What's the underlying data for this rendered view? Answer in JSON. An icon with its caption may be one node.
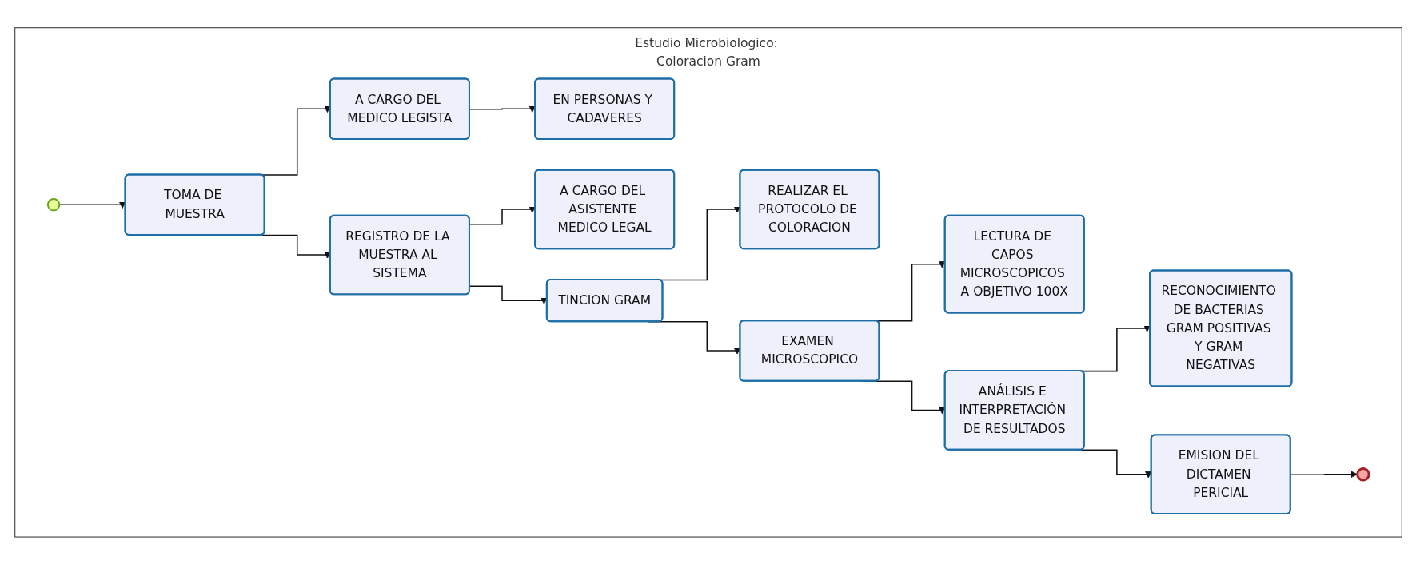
{
  "diagram": {
    "nodes": [
      {
        "text": [
          "Estudio Microbiologico: Coloracion Gram"
        ]
      },
      {
        "text": [],
        "shape": "circle",
        "in": 0
      },
      {
        "text": [
          "TOMA DE MUESTRA"
        ],
        "in": 0
      },
      {
        "text": [
          "A CARGO DEL MEDICO LEGISTA"
        ],
        "in": 0
      },
      {
        "text": [
          "EN PERSONAS Y CADAVERES"
        ],
        "in": 0
      },
      {
        "text": [
          "REGISTRO DE LA MUESTRA AL SISTEMA"
        ],
        "in": 0
      },
      {
        "text": [
          "A CARGO DEL ASISTENTE MEDICO LEGAL"
        ],
        "in": 0
      },
      {
        "text": [
          "TINCION GRAM"
        ],
        "in": 0
      },
      {
        "text": [
          "REALIZAR EL PROTOCOLO DE COLORACION"
        ],
        "in": 0
      },
      {
        "text": [
          "EXAMEN MICROSCOPICO"
        ],
        "in": 0
      },
      {
        "text": [
          "LECTURA DE CAPOS MICROSCOPICOS A OBJETIVO 100X"
        ],
        "in": 0
      },
      {
        "text": [
          "ANÁLISIS E INTERPRETACIÓN DE RESULTADOS"
        ],
        "in": 0
      },
      {
        "text": [
          "RECONOCIMIENTO DE BACTERIAS GRAM POSITIVAS Y GRAM NEGATIVAS"
        ],
        "in": 0
      },
      {
        "text": [
          "EMISION DEL DICTAMEN PERICIAL"
        ],
        "in": 0
      },
      {
        "text": [],
        "shape": "circle",
        "in": 0
      }
    ],
    "edges": [
      {
        "from": 1,
        "to": 2,
        "arrow": "to"
      },
      {
        "from": 2,
        "to": 3,
        "arrow": "to"
      },
      {
        "from": 3,
        "to": 4,
        "arrow": "to"
      },
      {
        "from": 2,
        "to": 5,
        "arrow": "to"
      },
      {
        "from": 5,
        "to": 6,
        "arrow": "to"
      },
      {
        "from": 5,
        "to": 7,
        "arrow": "to"
      },
      {
        "from": 7,
        "to": 8,
        "arrow": "to"
      },
      {
        "from": 7,
        "to": 9,
        "arrow": "to"
      },
      {
        "from": 9,
        "to": 10,
        "arrow": "to"
      },
      {
        "from": 9,
        "to": 11,
        "arrow": "to"
      },
      {
        "from": 11,
        "to": 12,
        "arrow": "to"
      },
      {
        "from": 11,
        "to": 13,
        "arrow": "to"
      },
      {
        "from": 13,
        "to": 14,
        "arrow": "to"
      }
    ]
  }
}
